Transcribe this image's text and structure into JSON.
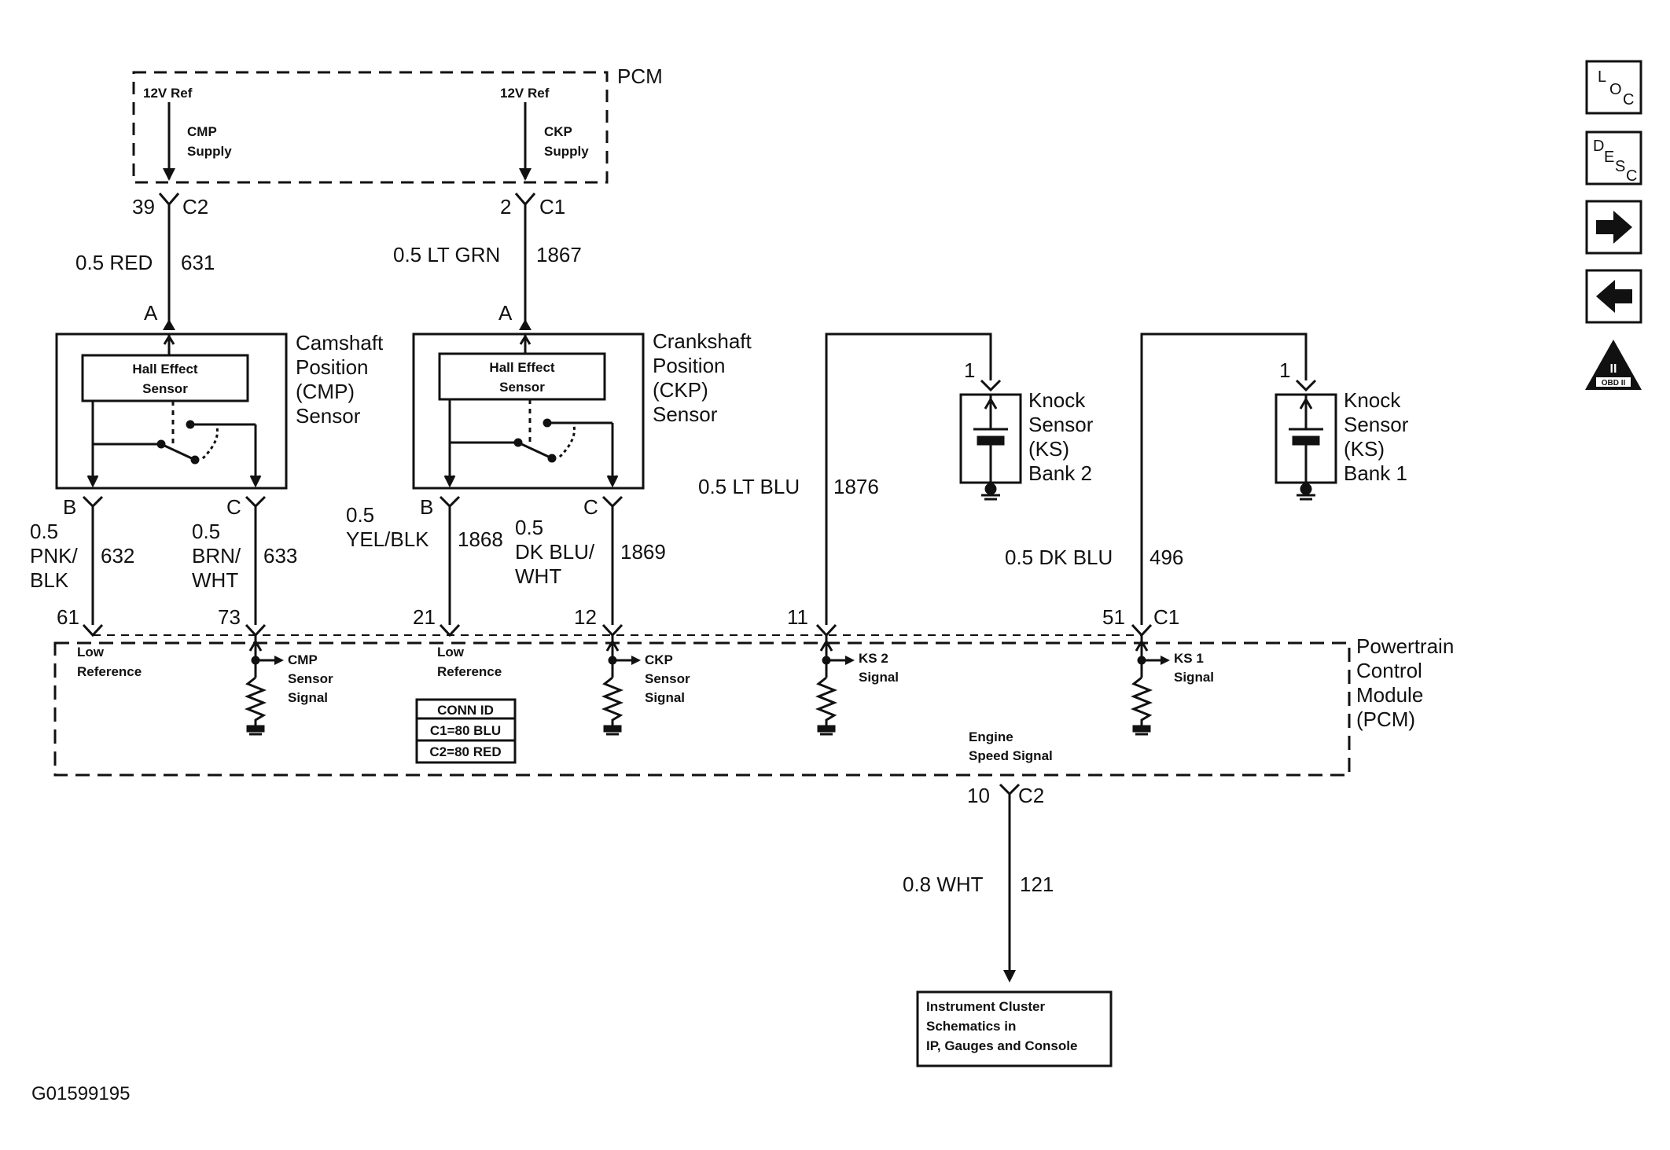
{
  "pcm_top": {
    "label": "PCM",
    "cmp_ref": "12V Ref",
    "cmp_supply": [
      "CMP",
      "Supply"
    ],
    "ckp_ref": "12V Ref",
    "ckp_supply": [
      "CKP",
      "Supply"
    ]
  },
  "wires": {
    "cmp_supply": {
      "pin": "39",
      "conn": "C2",
      "color": "0.5 RED",
      "circuit": "631",
      "sensor_pin": "A"
    },
    "ckp_supply": {
      "pin": "2",
      "conn": "C1",
      "color": "0.5 LT GRN",
      "circuit": "1867",
      "sensor_pin": "A"
    },
    "cmp_low": {
      "sensor_pin": "B",
      "color": [
        "0.5",
        "PNK/",
        "BLK"
      ],
      "circuit": "632",
      "pcm_pin": "61"
    },
    "cmp_signal": {
      "sensor_pin": "C",
      "color": [
        "0.5",
        "BRN/",
        "WHT"
      ],
      "circuit": "633",
      "pcm_pin": "73"
    },
    "ckp_low": {
      "sensor_pin": "B",
      "color": [
        "0.5",
        "YEL/BLK"
      ],
      "circuit": "1868",
      "pcm_pin": "21"
    },
    "ckp_signal": {
      "sensor_pin": "C",
      "color": [
        "0.5",
        "DK BLU/",
        "WHT"
      ],
      "circuit": "1869",
      "pcm_pin": "12"
    },
    "ks2": {
      "sensor_pin": "1",
      "color": "0.5 LT BLU",
      "circuit": "1876",
      "pcm_pin": "11"
    },
    "ks1": {
      "sensor_pin": "1",
      "color": "0.5 DK BLU",
      "circuit": "496",
      "pcm_pin": "51",
      "conn": "C1"
    },
    "engine_speed": {
      "pin": "10",
      "conn": "C2",
      "color": "0.8 WHT",
      "circuit": "121"
    }
  },
  "sensors": {
    "cmp": {
      "element": [
        "Hall Effect",
        "Sensor"
      ],
      "name": [
        "Camshaft",
        "Position",
        "(CMP)",
        "Sensor"
      ]
    },
    "ckp": {
      "element": [
        "Hall Effect",
        "Sensor"
      ],
      "name": [
        "Crankshaft",
        "Position",
        "(CKP)",
        "Sensor"
      ]
    },
    "ks2": {
      "name": [
        "Knock",
        "Sensor",
        "(KS)",
        "Bank 2"
      ]
    },
    "ks1": {
      "name": [
        "Knock",
        "Sensor",
        "(KS)",
        "Bank 1"
      ]
    }
  },
  "pcm": {
    "name": [
      "Powertrain",
      "Control",
      "Module",
      "(PCM)"
    ],
    "low_ref_1": [
      "Low",
      "Reference"
    ],
    "cmp_signal": [
      "CMP",
      "Sensor",
      "Signal"
    ],
    "low_ref_2": [
      "Low",
      "Reference"
    ],
    "ckp_signal": [
      "CKP",
      "Sensor",
      "Signal"
    ],
    "ks2_signal": [
      "KS 2",
      "Signal"
    ],
    "ks1_signal": [
      "KS 1",
      "Signal"
    ],
    "engine_speed": [
      "Engine",
      "Speed Signal"
    ],
    "conn_id": {
      "title": "CONN ID",
      "c1": "C1=80 BLU",
      "c2": "C2=80 RED"
    }
  },
  "destination": [
    "Instrument Cluster",
    "Schematics in",
    "IP, Gauges and Console"
  ],
  "figure_id": "G01599195",
  "nav": {
    "loc": {
      "a": "L",
      "b": "O",
      "c": "C"
    },
    "desc": {
      "a": "D",
      "b": "E",
      "c": "S",
      "d": "C"
    },
    "next_icon": "arrow-right-icon",
    "prev_icon": "arrow-left-icon",
    "obd_top": "II",
    "obd_bottom": "OBD II"
  }
}
